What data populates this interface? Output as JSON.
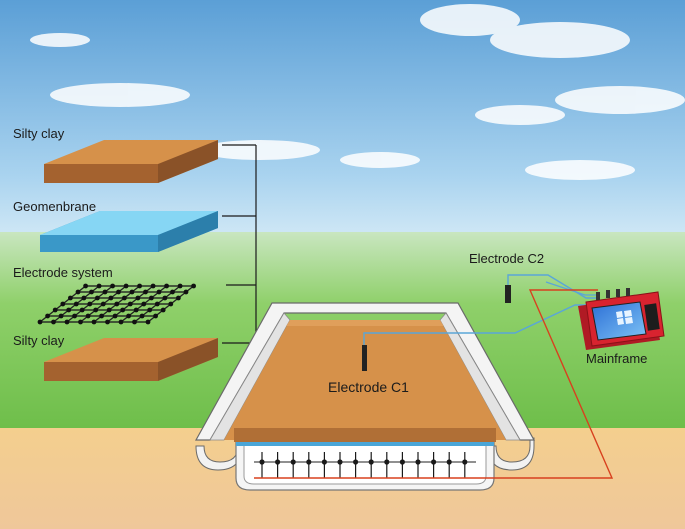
{
  "labels": {
    "silty_clay_top": "Silty clay",
    "geomembrane": "Geomenbrane",
    "electrode_system": "Electrode system",
    "silty_clay_bottom": "Silty clay",
    "electrode_c2": "Electrode C2",
    "electrode_c1": "Electrode C1",
    "mainframe": "Mainframe"
  },
  "colors": {
    "sky_top": "#5b9fd6",
    "sky_bottom": "#d8ecf7",
    "grass": "#7cc858",
    "ground": "#f0c890",
    "clay": "#d6914a",
    "clay_edge": "#8a5228",
    "membrane": "#7dd2f2",
    "membrane_edge": "#3a98c8",
    "frame": "#f2f2f2",
    "frame_edge": "#6a6a6a",
    "wire_blue": "#5aa6d8",
    "wire_red": "#d8401e",
    "device": "#d8232f"
  }
}
